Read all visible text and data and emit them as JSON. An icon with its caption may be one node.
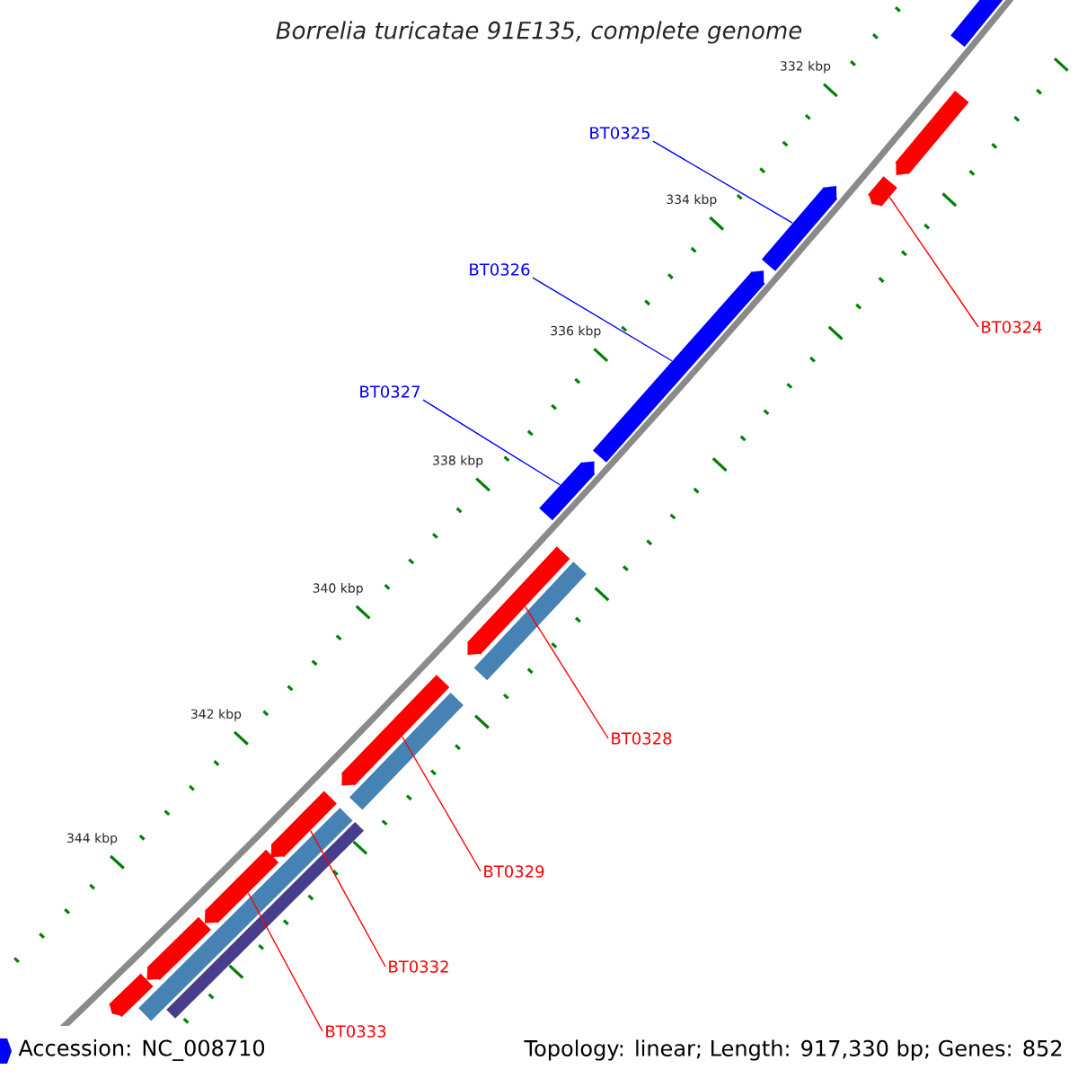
{
  "diagram": {
    "title": "Borrelia turicatae 91E135, complete genome",
    "nodes": [
      {
        "text": [
          "BT0325"
        ]
      },
      {
        "text": [
          "BT0326"
        ]
      },
      {
        "text": [
          "BT0324"
        ]
      },
      {
        "text": [
          "BT0327"
        ]
      },
      {
        "text": [
          "BT0328"
        ]
      },
      {
        "text": [
          "BT0329"
        ]
      },
      {
        "text": [
          "BT0332"
        ]
      },
      {
        "text": [
          "BT0333"
        ]
      },
      {
        "text": [],
        "shape": "box"
      },
      {
        "text": [],
        "shape": "box"
      },
      {
        "text": [],
        "shape": "box"
      },
      {
        "text": [],
        "shape": "box"
      },
      {
        "text": [],
        "shape": "box"
      },
      {
        "text": [],
        "shape": "box"
      },
      {
        "text": [],
        "shape": "box"
      },
      {
        "text": [],
        "shape": "bar"
      },
      {
        "text": [],
        "shape": "box"
      },
      {
        "text": [],
        "shape": "bar"
      },
      {
        "text": [],
        "shape": "box"
      },
      {
        "text": [],
        "shape": "bar"
      },
      {
        "text": [],
        "shape": "bar"
      },
      {
        "text": [],
        "shape": "box"
      },
      {
        "text": [],
        "shape": "box"
      },
      {
        "text": [],
        "shape": "box"
      }
    ],
    "edges": [
      {
        "from": 0,
        "to": 11,
        "arrow": "none",
        "color": "#0000ff"
      },
      {
        "from": 1,
        "to": 12,
        "arrow": "none",
        "color": "#0000ff"
      },
      {
        "from": 2,
        "to": 10,
        "arrow": "none"
      },
      {
        "from": 3,
        "to": 13,
        "arrow": "none",
        "color": "#0000ff"
      },
      {
        "from": 4,
        "to": 14,
        "arrow": "none"
      },
      {
        "from": 5,
        "to": 16,
        "arrow": "none"
      },
      {
        "from": 6,
        "to": 18,
        "arrow": "none"
      },
      {
        "from": 7,
        "to": 21,
        "arrow": "none"
      }
    ],
    "labels": [
      "332 kbp",
      "334 kbp",
      "336 kbp",
      "338 kbp",
      "340 kbp",
      "342 kbp",
      "344 kbp",
      "Accession: NC_008710",
      "Topology: linear; Length: 917,330 bp; Genes: 852"
    ]
  }
}
